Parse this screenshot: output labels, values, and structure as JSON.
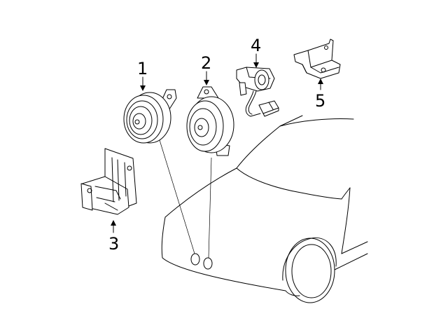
{
  "callouts": [
    {
      "number": "1",
      "part": "horn-high"
    },
    {
      "number": "2",
      "part": "horn-low"
    },
    {
      "number": "3",
      "part": "horn-bracket"
    },
    {
      "number": "4",
      "part": "horn-relay"
    },
    {
      "number": "5",
      "part": "mount-bracket"
    }
  ],
  "colors": {
    "line": "#000000",
    "background": "#ffffff"
  }
}
